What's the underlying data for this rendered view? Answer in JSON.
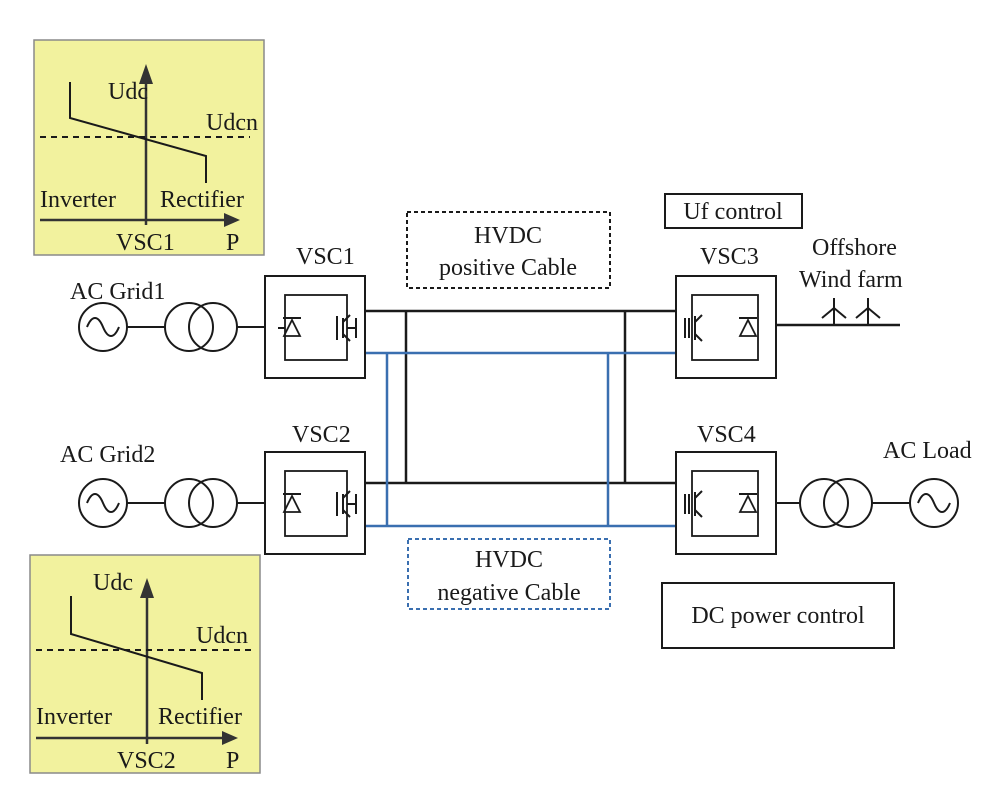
{
  "colors": {
    "panel_fill": "#f2f29e",
    "positive_cable": "#1a1a1a",
    "negative_cable": "#3a6fb0"
  },
  "droop_panels": [
    {
      "axis_y": "Udc",
      "axis_x": "P",
      "ref": "Udcn",
      "left": "Inverter",
      "right": "Rectifier",
      "converter": "VSC1"
    },
    {
      "axis_y": "Udc",
      "axis_x": "P",
      "ref": "Udcn",
      "left": "Inverter",
      "right": "Rectifier",
      "converter": "VSC2"
    }
  ],
  "stations": {
    "vsc1": "VSC1",
    "vsc2": "VSC2",
    "vsc3": "VSC3",
    "vsc4": "VSC4"
  },
  "sources": {
    "grid1": "AC Grid1",
    "grid2": "AC Grid2",
    "load": "AC Load",
    "wind_line1": "Offshore",
    "wind_line2": "Wind farm"
  },
  "cables": {
    "positive_line1": "HVDC",
    "positive_line2": "positive Cable",
    "negative_line1": "HVDC",
    "negative_line2": "negative Cable"
  },
  "controls": {
    "uf": "Uf control",
    "dc_power": "DC power control"
  }
}
